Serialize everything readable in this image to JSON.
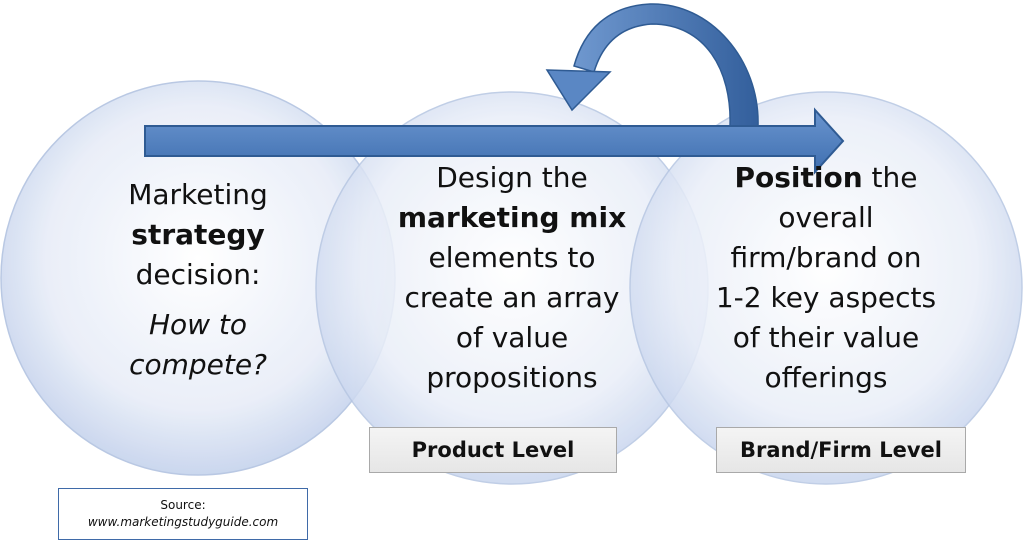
{
  "circles": {
    "strategy": {
      "line1": "Marketing",
      "line2": "strategy",
      "line3": "decision:",
      "line4": "How to",
      "line5": "compete?"
    },
    "mix": {
      "line1": "Design the",
      "line2": "marketing mix",
      "line3": "elements to",
      "line4": "create an array",
      "line5": "of value",
      "line6": "propositions"
    },
    "position": {
      "line1_bold": "Position",
      "line1_rest": " the",
      "line2": "overall",
      "line3": "firm/brand on",
      "line4": "1-2 key aspects",
      "line5": "of their value",
      "line6": "offerings"
    }
  },
  "levels": {
    "product": "Product Level",
    "brand": "Brand/Firm Level"
  },
  "source": {
    "label": "Source:",
    "url": "www.marketingstudyguide.com"
  },
  "colors": {
    "circle_fill_edge": "#b9c9e6",
    "circle_fill_center": "#f7f9fd",
    "arrow_fill": "#4f7fbf",
    "arrow_stroke": "#2f5b93",
    "box_border": "#a9a9a9"
  }
}
